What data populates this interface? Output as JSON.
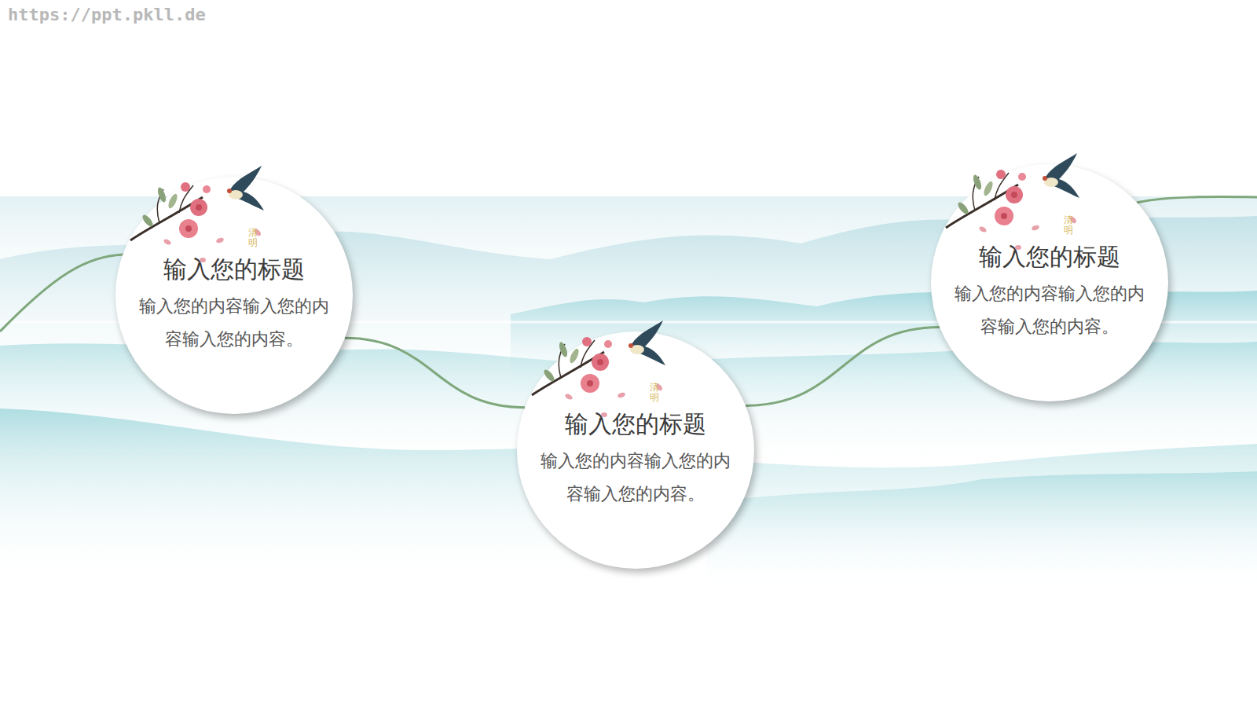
{
  "diagram": {
    "nodes": [
      {
        "text": [
          "输入您的标题",
          "输入您的内容输入您的内容输入您的内容。"
        ]
      },
      {
        "text": [
          "输入您的标题",
          "输入您的内容输入您的内容输入您的内容。"
        ]
      },
      {
        "text": [
          "输入您的标题",
          "输入您的内容输入您的内容输入您的内容。"
        ]
      }
    ],
    "edges": [
      {
        "from": 0,
        "to": 1,
        "arrow": "none"
      },
      {
        "from": 1,
        "to": 2,
        "arrow": "none"
      }
    ],
    "labels": [
      "https://ppt.pkll.de",
      "清明",
      "清明",
      "清明"
    ]
  }
}
